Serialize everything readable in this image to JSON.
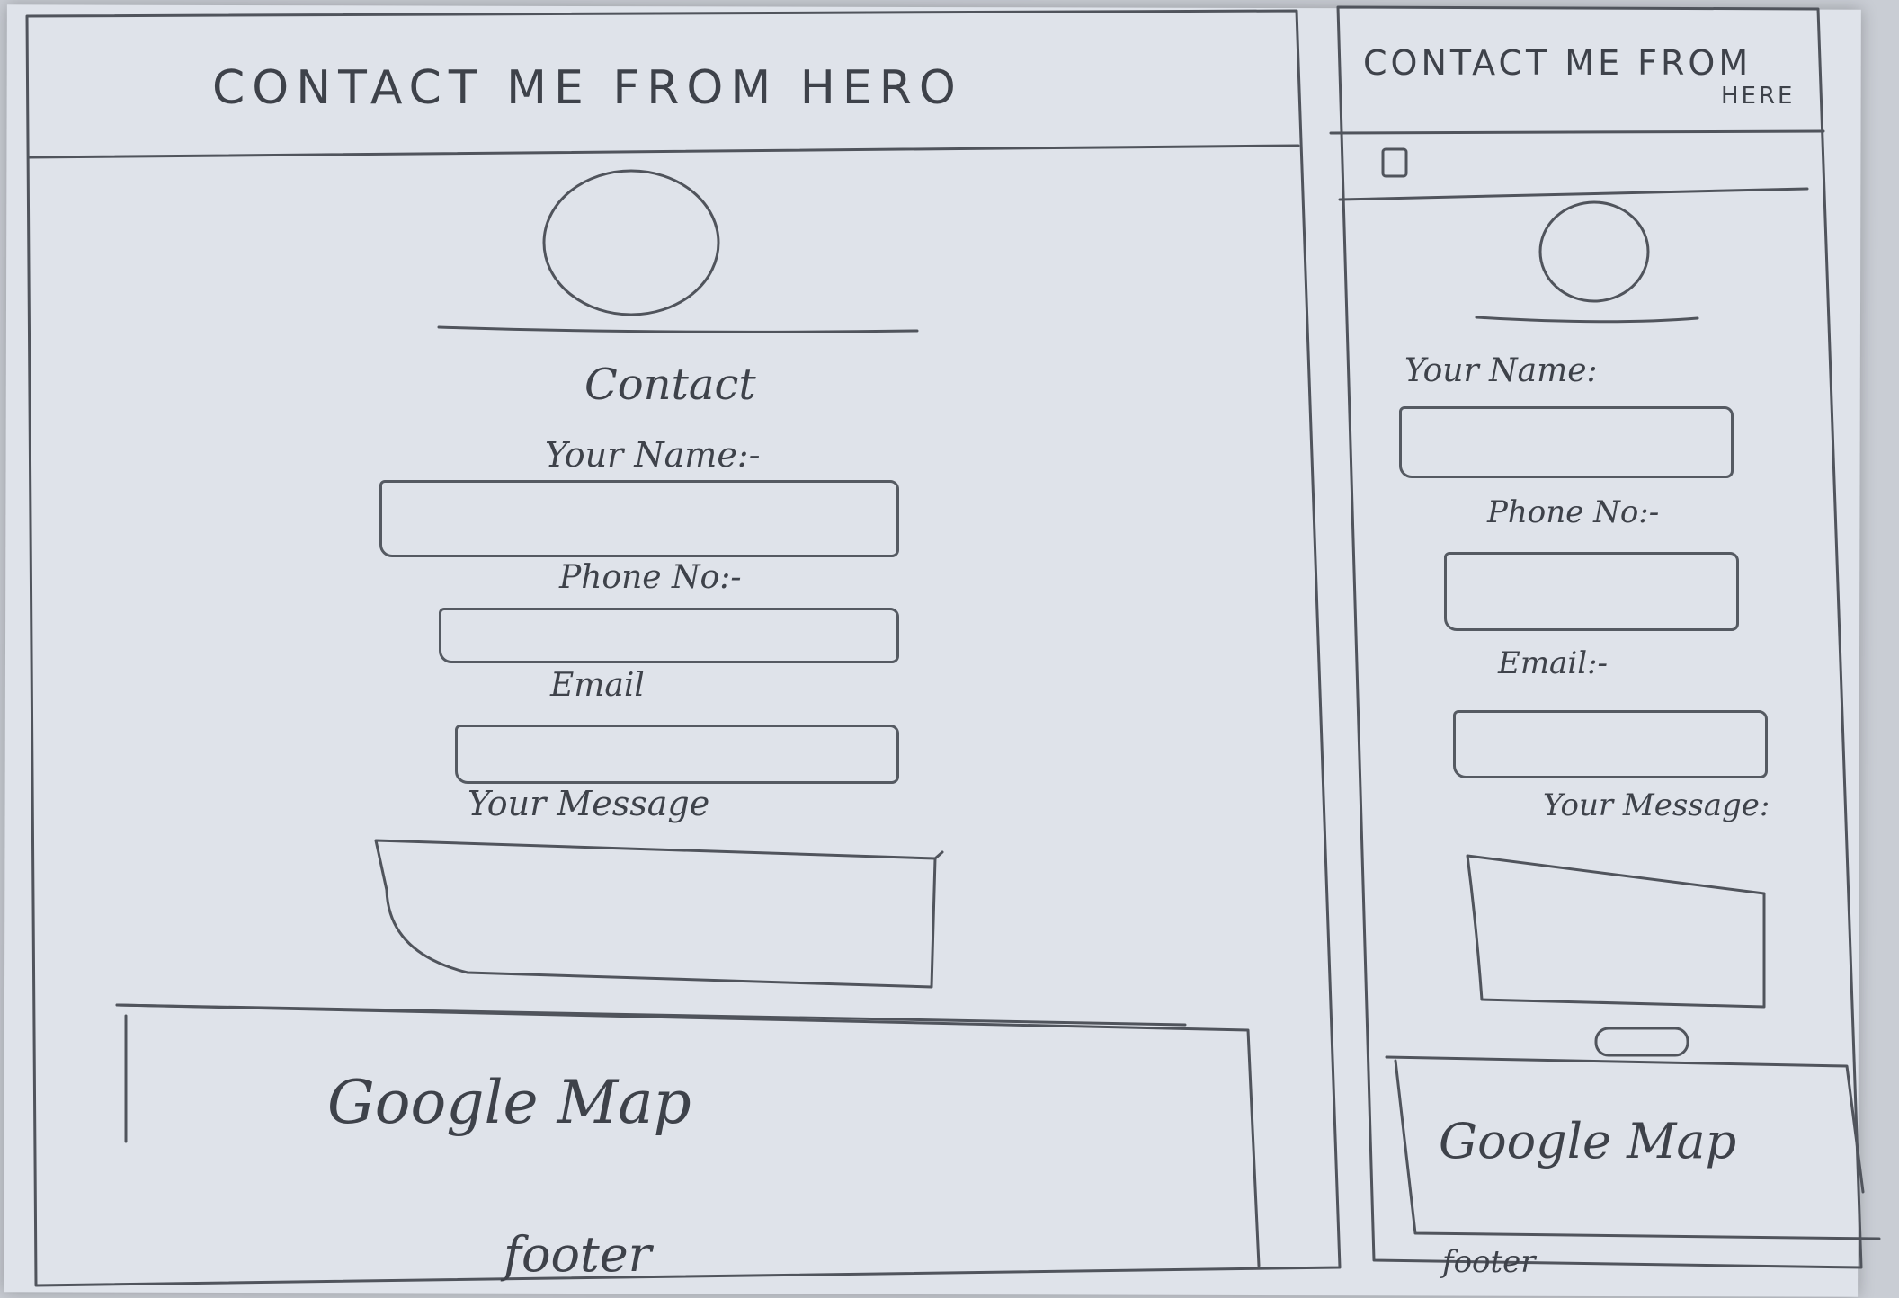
{
  "desktop": {
    "header_title": "CONTACT ME FROM HERO",
    "contact_heading": "Contact",
    "labels": {
      "name": "Your Name:-",
      "phone": "Phone No:-",
      "email": "Email",
      "message": "Your Message"
    },
    "map_label": "Google Map",
    "footer_label": "footer"
  },
  "mobile": {
    "header_title_line1": "CONTACT ME FROM",
    "header_title_line2": "HERE",
    "labels": {
      "name": "Your Name:",
      "phone": "Phone No:-",
      "email": "Email:-",
      "message": "Your Message:"
    },
    "map_label": "Google Map",
    "footer_label": "footer"
  }
}
